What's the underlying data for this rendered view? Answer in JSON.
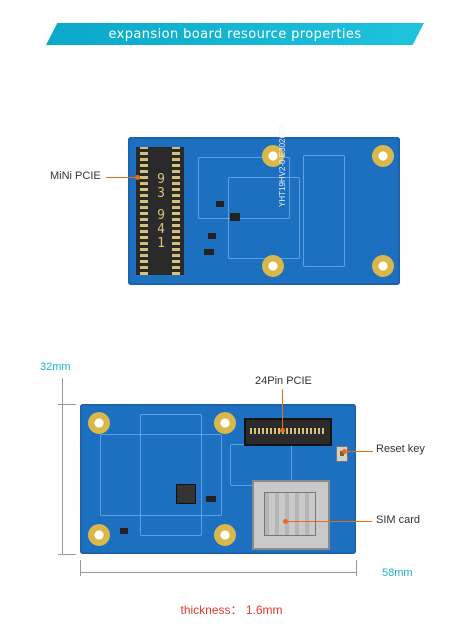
{
  "header": {
    "title": "expansion board resource properties"
  },
  "top_board": {
    "callout_label": "MiNi PCIE",
    "connector_digits": [
      "9",
      "3",
      "9",
      "4",
      "1"
    ],
    "silkscreen": "YHT19HV2-0 E302652"
  },
  "bottom_board": {
    "height_label": "32mm",
    "width_label": "58mm",
    "callouts": {
      "pin_header": "24Pin PCIE",
      "reset": "Reset key",
      "sim": "SIM card"
    }
  },
  "footer": {
    "thickness": "thickness： 1.6mm"
  },
  "colors": {
    "accent": "#1ab3cf",
    "pcb": "#1d6fbf",
    "leader": "#e86d1b",
    "warning": "#e23a2a"
  }
}
